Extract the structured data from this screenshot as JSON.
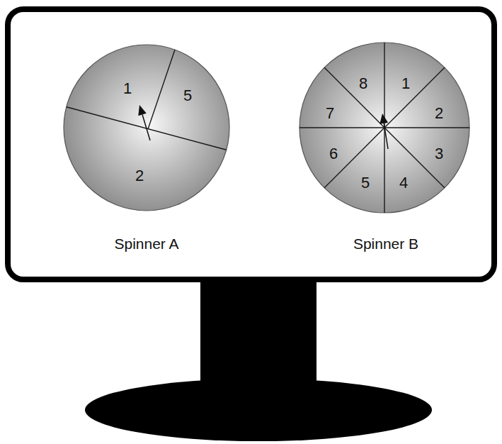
{
  "diagram": {
    "nodes": [
      {
        "text": [
          "1",
          "5",
          "2",
          "Spinner A"
        ]
      },
      {
        "text": [
          "8",
          "1",
          "7",
          "2",
          "6",
          "3",
          "5",
          "4",
          "Spinner B"
        ]
      }
    ]
  }
}
